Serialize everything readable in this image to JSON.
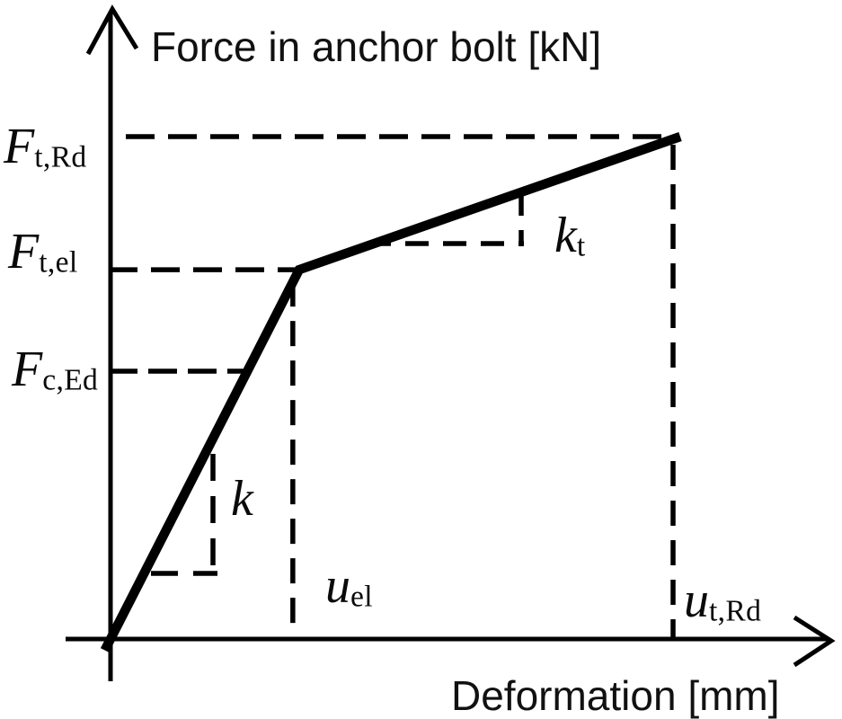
{
  "figure": {
    "y_axis_title": "Force in anchor bolt [kN]",
    "x_axis_title": "Deformation [mm]",
    "background_color": "#ffffff",
    "ink_color": "#000000"
  },
  "labels": {
    "f_t_rd": {
      "base": "F",
      "sub": "t,Rd"
    },
    "f_t_el": {
      "base": "F",
      "sub": "t,el"
    },
    "f_c_ed": {
      "base": "F",
      "sub": "c,Ed"
    },
    "u_el": {
      "base": "u",
      "sub": "el"
    },
    "u_t_rd": {
      "base": "u",
      "sub": "t,Rd"
    },
    "k": {
      "base": "k",
      "sub": ""
    },
    "k_t": {
      "base": "k",
      "sub": "t"
    }
  },
  "chart_data": {
    "type": "line",
    "title": "Force in anchor bolt [kN]",
    "xlabel": "Deformation [mm]",
    "ylabel": "Force in anchor bolt [kN]",
    "axes_numeric": false,
    "description": "Schematic bilinear force-deformation curve of an anchor bolt: elastic branch with stiffness k up to (u_el, F_t,el), then post-elastic branch with stiffness k_t up to (u_t,Rd, F_t,Rd). Applied compression level F_c,Ed marked on elastic branch. Values are relative (fraction of u_t,Rd and F_t,Rd).",
    "points": [
      {
        "name": "origin",
        "u": 0.0,
        "F": 0.0
      },
      {
        "name": "elastic-limit",
        "u": 0.331,
        "F": 0.735,
        "u_symbol": "u_el",
        "F_symbol": "F_t,el"
      },
      {
        "name": "tension-resistance",
        "u": 1.0,
        "F": 1.0,
        "u_symbol": "u_t,Rd",
        "F_symbol": "F_t,Rd"
      }
    ],
    "guide_levels": {
      "F_c_Ed": 0.533
    },
    "slopes": [
      {
        "symbol": "k",
        "segment": "elastic (0 to u_el)"
      },
      {
        "symbol": "kt",
        "segment": "post-elastic (u_el to u_t,Rd)"
      }
    ],
    "grid": false,
    "legend": false
  }
}
